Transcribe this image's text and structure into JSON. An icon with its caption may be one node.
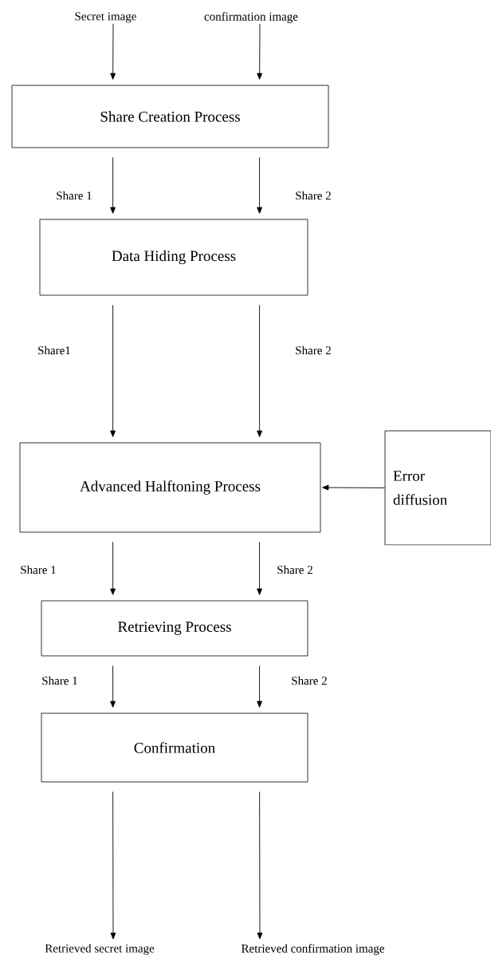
{
  "diagram": {
    "nodes": [
      {
        "text": [
          "Secret image"
        ]
      },
      {
        "text": [
          "confirmation image"
        ]
      },
      {
        "text": [
          "Share Creation Process"
        ]
      },
      {
        "text": [
          "Data Hiding Process"
        ]
      },
      {
        "text": [
          "Advanced Halftoning Process"
        ]
      },
      {
        "text": [
          "Error diffusion"
        ]
      },
      {
        "text": [
          "Retrieving Process"
        ]
      },
      {
        "text": [
          "Confirmation"
        ]
      },
      {
        "text": [
          "Retrieved secret image"
        ]
      },
      {
        "text": [
          "Retrieved  confirmation image"
        ]
      }
    ],
    "edges": [
      {
        "from": 0,
        "to": 2,
        "arrow": "to"
      },
      {
        "from": 1,
        "to": 2,
        "arrow": "to"
      },
      {
        "from": 2,
        "to": 3,
        "arrow": "to",
        "label": "Share 1"
      },
      {
        "from": 2,
        "to": 3,
        "arrow": "to",
        "label": "Share 2"
      },
      {
        "from": 3,
        "to": 4,
        "arrow": "to",
        "label": "Share1"
      },
      {
        "from": 3,
        "to": 4,
        "arrow": "to",
        "label": "Share 2"
      },
      {
        "from": 5,
        "to": 4,
        "arrow": "to"
      },
      {
        "from": 4,
        "to": 6,
        "arrow": "to",
        "label": "Share 1"
      },
      {
        "from": 4,
        "to": 6,
        "arrow": "to",
        "label": "Share 2"
      },
      {
        "from": 6,
        "to": 7,
        "arrow": "to",
        "label": "Share 1"
      },
      {
        "from": 6,
        "to": 7,
        "arrow": "to",
        "label": "Share 2"
      },
      {
        "from": 7,
        "to": 8,
        "arrow": "to"
      },
      {
        "from": 7,
        "to": 9,
        "arrow": "to"
      }
    ]
  }
}
